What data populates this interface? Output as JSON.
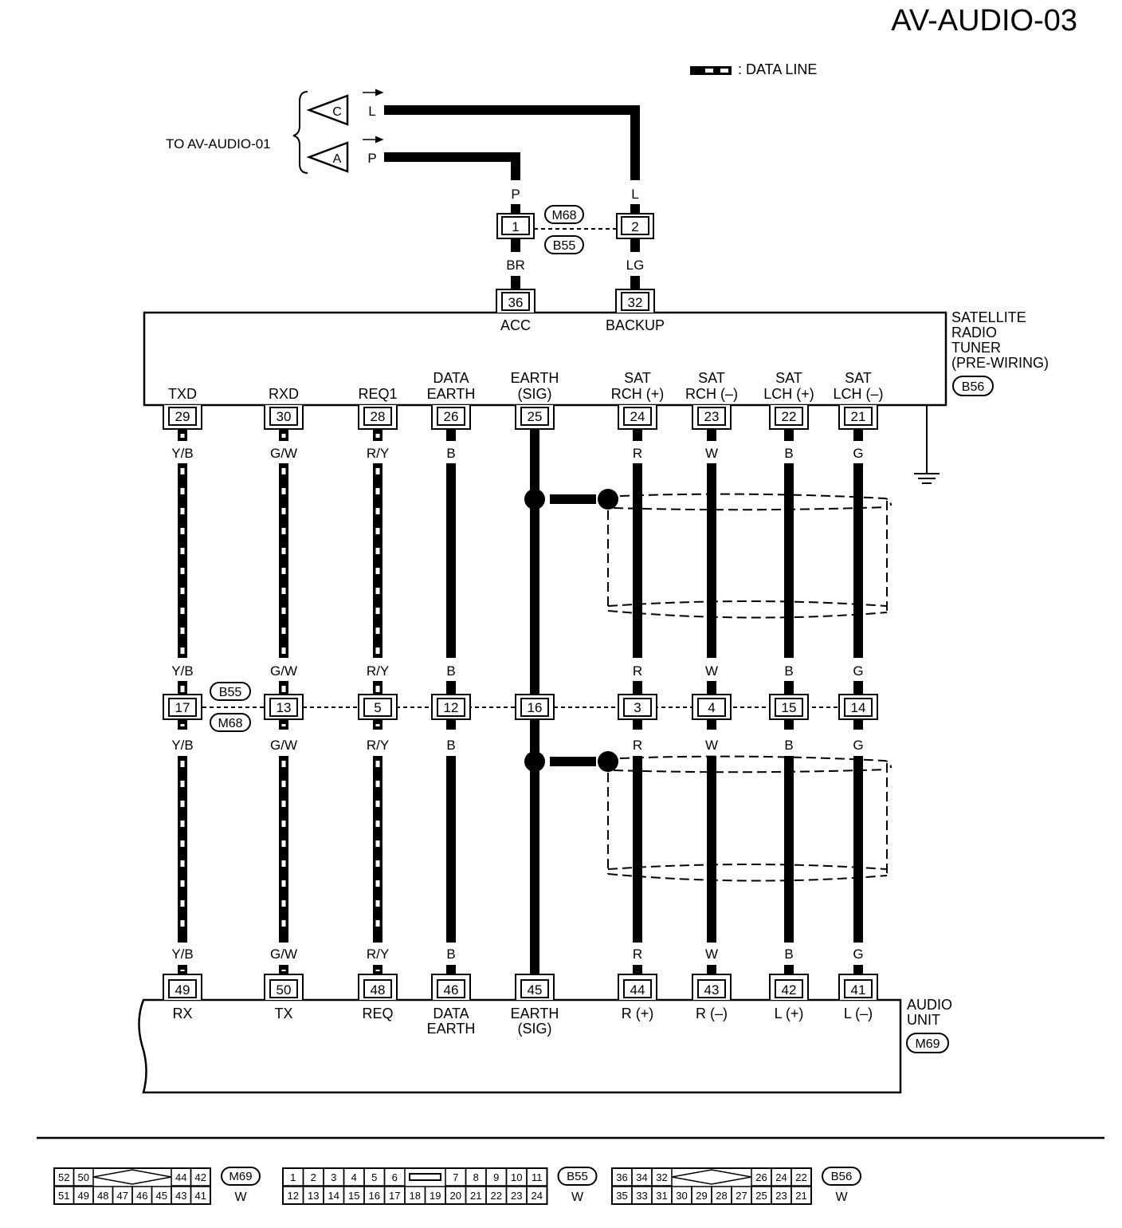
{
  "page_title": "AV-AUDIO-03",
  "legend": {
    "text": ": DATA LINE"
  },
  "offpage": {
    "label": "TO AV-AUDIO-01",
    "arrows": [
      {
        "letter": "C",
        "color": "L"
      },
      {
        "letter": "A",
        "color": "P"
      }
    ]
  },
  "upper_wires": {
    "p_color": "P",
    "l_color": "L",
    "pin1": "1",
    "pin2": "2",
    "conn_m68": "M68",
    "conn_b55": "B55",
    "br_color": "BR",
    "lg_color": "LG"
  },
  "tuner": {
    "name_lines": [
      "SATELLITE",
      "RADIO",
      "TUNER",
      "(PRE-WIRING)"
    ],
    "connector": "B56",
    "top_pins": [
      {
        "pin": "36",
        "label": "ACC"
      },
      {
        "pin": "32",
        "label": "BACKUP"
      }
    ],
    "bottom_pins": [
      {
        "pin": "29",
        "label1": "",
        "label2": "TXD"
      },
      {
        "pin": "30",
        "label1": "",
        "label2": "RXD"
      },
      {
        "pin": "28",
        "label1": "",
        "label2": "REQ1"
      },
      {
        "pin": "26",
        "label1": "DATA",
        "label2": "EARTH"
      },
      {
        "pin": "25",
        "label1": "EARTH",
        "label2": "(SIG)"
      },
      {
        "pin": "24",
        "label1": "SAT",
        "label2": "RCH (+)"
      },
      {
        "pin": "23",
        "label1": "SAT",
        "label2": "RCH (–)"
      },
      {
        "pin": "22",
        "label1": "SAT",
        "label2": "LCH (+)"
      },
      {
        "pin": "21",
        "label1": "SAT",
        "label2": "LCH (–)"
      }
    ]
  },
  "mid_connector": {
    "conn_b55": "B55",
    "conn_m68": "M68",
    "pins": [
      "17",
      "13",
      "5",
      "12",
      "16",
      "3",
      "4",
      "15",
      "14"
    ]
  },
  "wire_colors": [
    "Y/B",
    "G/W",
    "R/Y",
    "B",
    "",
    "R",
    "W",
    "B",
    "G"
  ],
  "audio": {
    "name_lines": [
      "AUDIO",
      "UNIT"
    ],
    "connector": "M69",
    "pins": [
      {
        "pin": "49",
        "label1": "RX",
        "label2": ""
      },
      {
        "pin": "50",
        "label1": "TX",
        "label2": ""
      },
      {
        "pin": "48",
        "label1": "REQ",
        "label2": ""
      },
      {
        "pin": "46",
        "label1": "DATA",
        "label2": "EARTH"
      },
      {
        "pin": "45",
        "label1": "EARTH",
        "label2": "(SIG)"
      },
      {
        "pin": "44",
        "label1": "R (+)",
        "label2": ""
      },
      {
        "pin": "43",
        "label1": "R (–)",
        "label2": ""
      },
      {
        "pin": "42",
        "label1": "L (+)",
        "label2": ""
      },
      {
        "pin": "41",
        "label1": "L (–)",
        "label2": ""
      }
    ]
  },
  "connector_faces": [
    {
      "name": "M69",
      "color": "W",
      "top_left": [
        "52",
        "50"
      ],
      "top_right": [
        "44",
        "42"
      ],
      "bottom": [
        "51",
        "49",
        "48",
        "47",
        "46",
        "45",
        "43",
        "41"
      ]
    },
    {
      "name": "B55",
      "color": "W",
      "top_left": [
        "1",
        "2",
        "3",
        "4",
        "5",
        "6"
      ],
      "top_right": [
        "7",
        "8",
        "9",
        "10",
        "11"
      ],
      "bottom": [
        "12",
        "13",
        "14",
        "15",
        "16",
        "17",
        "18",
        "19",
        "20",
        "21",
        "22",
        "23",
        "24"
      ]
    },
    {
      "name": "B56",
      "color": "W",
      "top_left": [
        "36",
        "34",
        "32"
      ],
      "top_right": [
        "26",
        "24",
        "22"
      ],
      "bottom": [
        "35",
        "33",
        "31",
        "30",
        "29",
        "28",
        "27",
        "25",
        "23",
        "21"
      ]
    }
  ]
}
